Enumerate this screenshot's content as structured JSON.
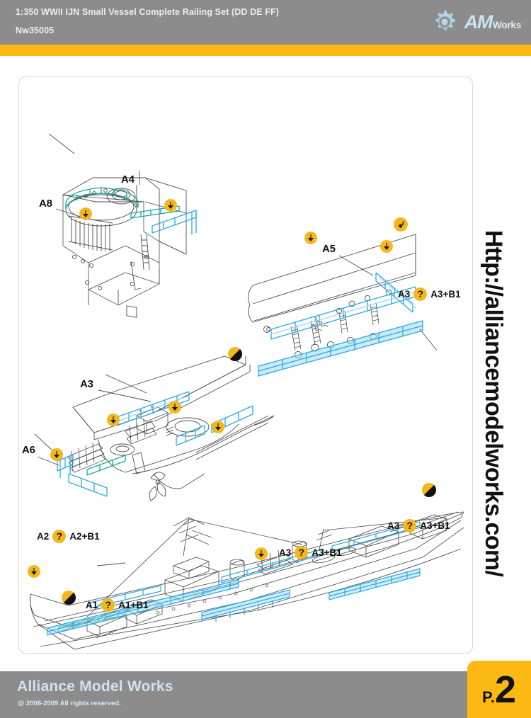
{
  "header": {
    "title": "1:350 WWII IJN Small Vessel Complete Railing Set (DD DE FF)",
    "sku": "Nw35005",
    "logo": {
      "icon": "gear-icon",
      "am": "AM",
      "works": "Works"
    }
  },
  "sidebar_url": {
    "text": "Http://alliancemodelworks.com/"
  },
  "footer": {
    "brand": "Alliance Model Works",
    "copyright": "@ 2008-2009 All rights reserved.",
    "page_prefix": "P.",
    "page_number": "2"
  },
  "colors": {
    "header_bg": "#8c8c8c",
    "accent_yellow": "#fcb913",
    "badge_yellow": "#f5b81c",
    "railing_cyan": "#29abe2",
    "railing_teal": "#0fa89c",
    "outline_gray": "#4d4d4d",
    "panel_border": "#d9d9d9"
  },
  "diagrams": [
    {
      "id": "bridge-superstructure",
      "name": "bridge-superstructure-assembly",
      "labels": [
        "A8",
        "A4"
      ],
      "badges": [
        "arrow-down-badge",
        "arrow-down-badge",
        "arrow-down-badge"
      ]
    },
    {
      "id": "hull-side-section",
      "name": "hull-side-railing-assembly",
      "labels": [
        "A5"
      ],
      "badges": [
        "arrow-down-badge",
        "arrow-down-badge",
        "curved-arrow-badge"
      ],
      "part_callouts": [
        "A3 ? A3+B1"
      ]
    },
    {
      "id": "stern-deck",
      "name": "stern-deck-railing-assembly",
      "labels": [
        "A3",
        "A6"
      ],
      "badges": [
        "arrow-down-badge",
        "arrow-down-badge",
        "arrow-down-badge",
        "half-circle-badge"
      ]
    },
    {
      "id": "full-ship",
      "name": "full-ship-overview",
      "badges": [
        "arrow-down-badge",
        "arrow-down-badge",
        "half-circle-badge",
        "half-circle-badge"
      ],
      "part_callouts": [
        "A2 ? A2+B1",
        "A1 ? A1+B1",
        "A3 ? A3+B1",
        "A3 ? A3+B1"
      ]
    }
  ],
  "callouts": {
    "a8": "A8",
    "a4": "A4",
    "a5": "A5",
    "a3": "A3",
    "a6": "A6",
    "q": "?",
    "a3_b1_left": "A3",
    "a3_b1_right": "A3+B1",
    "a2_left": "A2",
    "a2_right": "A2+B1",
    "a1_left": "A1",
    "a1_right": "A1+B1"
  }
}
